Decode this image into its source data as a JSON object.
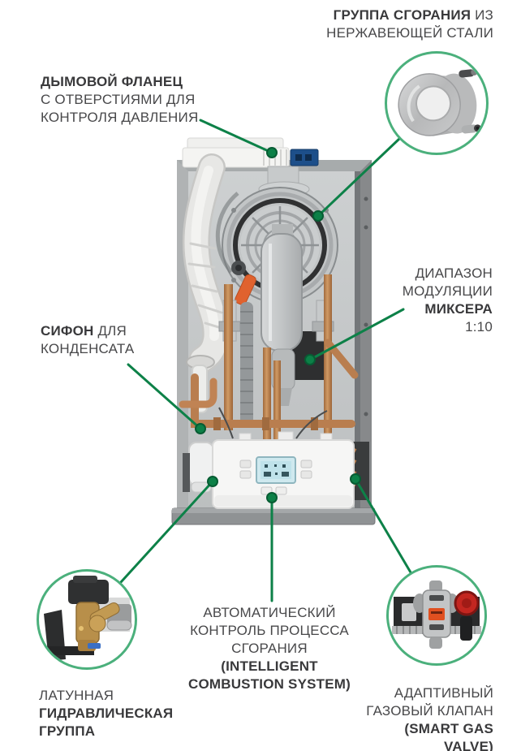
{
  "page": {
    "background": "#ffffff",
    "subject": "wall-hung condensing gas boiler, front panel removed, annotated components"
  },
  "colors": {
    "callout_line_green": "#0d8148",
    "callout_dot_green": "#0c8047",
    "inset_circle_green": "#4bb07c",
    "text": "#48484a",
    "text_bold": "#39393b",
    "copper_pipe": "#b97e4f",
    "brass": "#b88f4a",
    "valve_knob_red": "#c32620",
    "lcd_blue": "#bfe2ea",
    "connector_blue": "#1d4f8a"
  },
  "labels": {
    "combustion_group": {
      "line1_bold": "ГРУППА СГОРАНИЯ",
      "line1_rest": " ИЗ",
      "line2": "НЕРЖАВЕЮЩЕЙ СТАЛИ"
    },
    "flue_flange": {
      "line1": "ДЫМОВОЙ ФЛАНЕЦ",
      "line2": "С ОТВЕРСТИЯМИ ДЛЯ",
      "line3": "КОНТРОЛЯ ДАВЛЕНИЯ"
    },
    "mixer": {
      "line1": "ДИАПАЗОН",
      "line2": "МОДУЛЯЦИИ",
      "line3_bold": "МИКСЕРА",
      "line4": "1:10"
    },
    "siphon": {
      "line1_bold": "СИФОН",
      "line1_rest": " ДЛЯ",
      "line2": "КОНДЕНСАТА"
    },
    "combustion_control": {
      "line1": "АВТОМАТИЧЕСКИЙ",
      "line2": "КОНТРОЛЬ ПРОЦЕССА",
      "line3": "СГОРАНИЯ",
      "line4_bold": "(INTELLIGENT",
      "line5_bold": "COMBUSTION SYSTEM)"
    },
    "hydraulic_group": {
      "line1": "ЛАТУННАЯ",
      "line2_bold": "ГИДРАВЛИЧЕСКАЯ",
      "line3_bold": "ГРУППА"
    },
    "gas_valve": {
      "line1": "АДАПТИВНЫЙ",
      "line2": "ГАЗОВЫЙ КЛАПАН",
      "line3_bold": "(SMART GAS",
      "line4_bold": "VALVE)"
    }
  }
}
